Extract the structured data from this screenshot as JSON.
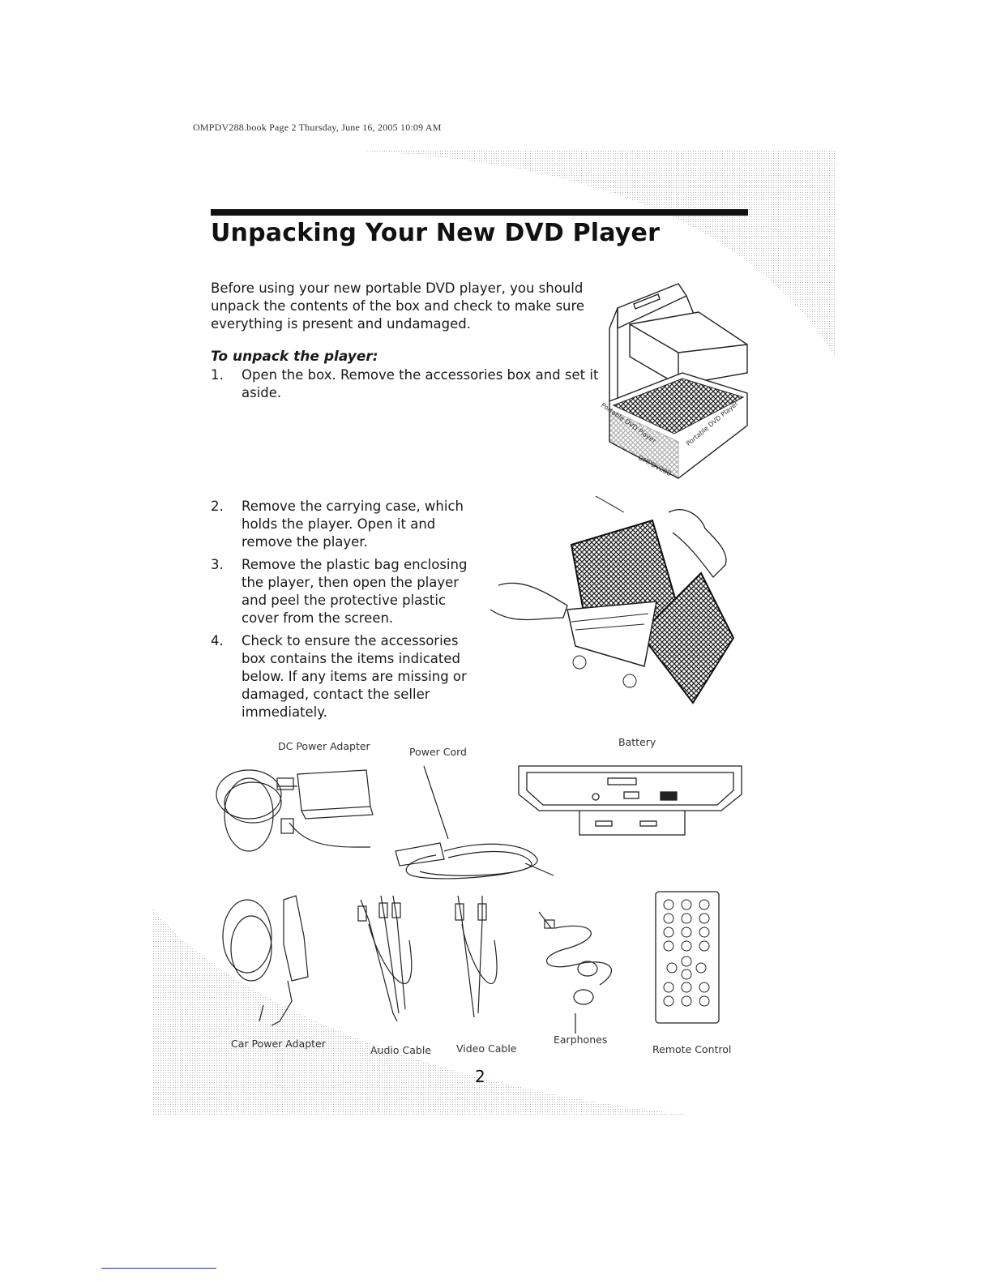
{
  "header": {
    "book_stamp": "OMPDV288.book  Page 2  Thursday, June 16, 2005  10:09 AM"
  },
  "page": {
    "title": "Unpacking Your New DVD Player",
    "intro": [
      "Before using your new portable DVD player, you should",
      "unpack the contents of the box and check to make sure",
      "everything is present and undamaged."
    ],
    "procedure_heading": "To unpack the player:",
    "steps": [
      {
        "number": "1.",
        "lines": [
          "Open the box. Remove the accessories box and set it",
          "aside."
        ]
      },
      {
        "number": "2.",
        "lines": [
          "Remove the carrying case, which",
          "holds the player. Open it and",
          "remove the player."
        ]
      },
      {
        "number": "3.",
        "lines": [
          "Remove the plastic bag enclosing",
          "the player, then open the player",
          "and peel the protective plastic",
          "cover from the screen."
        ]
      },
      {
        "number": "4.",
        "lines": [
          "Check to ensure the accessories",
          "box contains the items indicated",
          "below. If any items are missing or",
          "damaged, contact the seller",
          "immediately."
        ]
      }
    ],
    "box_print": [
      "Portable DVD Player",
      "OMPDV288",
      "Portable DVD Player"
    ],
    "accessories": {
      "dc_power_adapter": "DC Power Adapter",
      "power_cord": "Power Cord",
      "battery": "Battery",
      "car_power_adapter": "Car Power Adapter",
      "audio_cable": "Audio Cable",
      "video_cable": "Video Cable",
      "earphones": "Earphones",
      "remote_control": "Remote Control"
    },
    "page_number": "2"
  },
  "colors": {
    "text": "#1a1a1a",
    "rule": "#111111",
    "stipple": "#9a9a9a",
    "link_line": "#1f2fbf"
  }
}
